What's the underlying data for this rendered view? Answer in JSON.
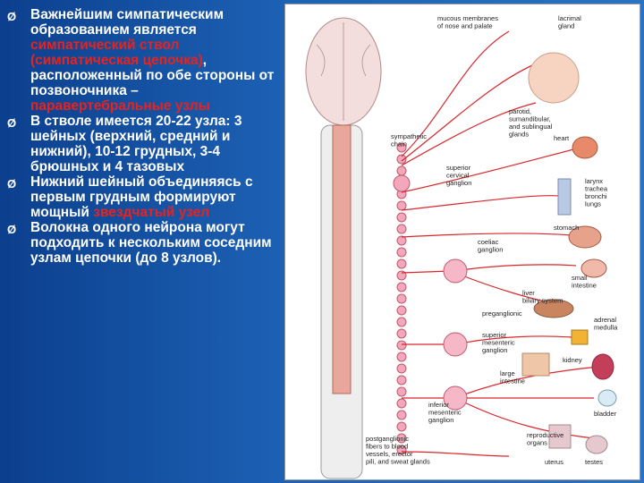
{
  "slide": {
    "bullets": [
      {
        "parts": [
          {
            "text": "Важнейшим симпатическим образованием является ",
            "highlight": false
          },
          {
            "text": "симпатический ствол (симпатическая цепочка)",
            "highlight": true
          },
          {
            "text": ", расположенный по обе стороны от позвоночника – ",
            "highlight": false
          },
          {
            "text": "паравертебральные узлы",
            "highlight": true
          }
        ]
      },
      {
        "parts": [
          {
            "text": "В стволе имеется 20-22 узла: 3 шейных (верхний, средний и нижний), 10-12 грудных, 3-4 брюшных и 4 тазовых",
            "highlight": false
          }
        ]
      },
      {
        "parts": [
          {
            "text": "Нижний шейный объединяясь с первым грудным формируют мощный ",
            "highlight": false
          },
          {
            "text": "звездчатый узел",
            "highlight": true
          }
        ]
      },
      {
        "parts": [
          {
            "text": " Волокна одного нейрона могут подходить к нескольким соседним узлам цепочки (до 8 узлов).",
            "highlight": false
          }
        ]
      }
    ],
    "bullet_marker": "Ø",
    "colors": {
      "background": "#1a5aa8",
      "text": "#ffffff",
      "highlight": "#e8231d",
      "nerve": "#d8262b"
    }
  },
  "figure": {
    "labels": {
      "mucous": [
        "mucous membranes",
        "of nose and palate"
      ],
      "lacrimal": [
        "lacrimal",
        "gland"
      ],
      "parotid": [
        "parotid,",
        "sumandibular,",
        "and sublingual",
        "glands"
      ],
      "sympathetic_chain": [
        "sympathetic",
        "chain"
      ],
      "heart": [
        "heart"
      ],
      "superior_cervical": [
        "superior",
        "cervical",
        "ganglion"
      ],
      "larynx": [
        "larynx",
        "trachea",
        "bronchi",
        "lungs"
      ],
      "stomach": [
        "stomach"
      ],
      "coeliac": [
        "coeliac",
        "ganglion"
      ],
      "small_intestine": [
        "small",
        "intestine"
      ],
      "liver": [
        "liver",
        "biliary system"
      ],
      "preganglionic": [
        "preganglionic"
      ],
      "adrenal": [
        "adrenal",
        "medulla"
      ],
      "superior_mesenteric": [
        "superior",
        "mesenteric",
        "ganglion"
      ],
      "kidney": [
        "kidney"
      ],
      "large_intestine": [
        "large",
        "intestine"
      ],
      "inferior_mesenteric": [
        "inferior",
        "mesenteric",
        "ganglion"
      ],
      "bladder": [
        "bladder"
      ],
      "postganglionic": [
        "postganglionic",
        "fibers to blood",
        "vessels, erector",
        "pili, and sweat glands"
      ],
      "reproductive": [
        "reproductive",
        "organs"
      ],
      "uterus": [
        "uterus"
      ],
      "testes": [
        "testes"
      ]
    }
  }
}
